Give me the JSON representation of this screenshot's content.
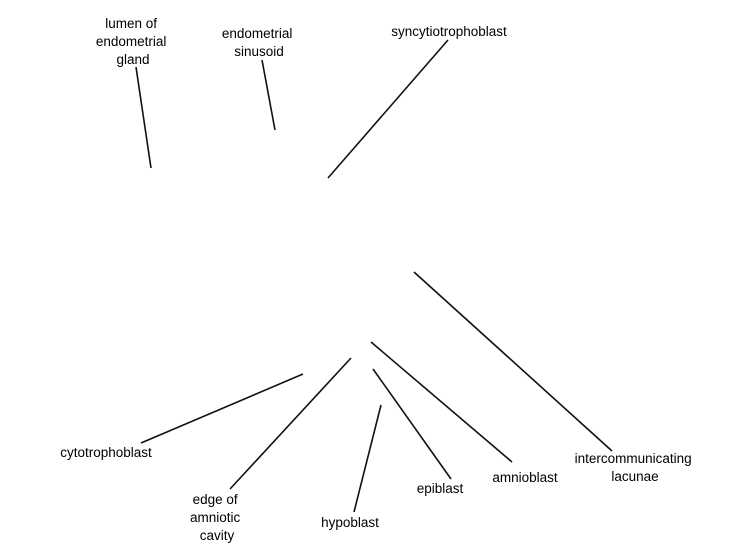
{
  "labels": {
    "lumen_of_endometrial_gland": [
      "lumen of",
      "endometrial",
      "gland"
    ],
    "endometrial_sinusoid": [
      "endometrial",
      "sinusoid"
    ],
    "syncytiotrophoblast": [
      "syncytiotrophoblast"
    ],
    "intercommunicating_lacunae": [
      "intercommunicating",
      "lacunae"
    ],
    "cytotrophoblast": [
      "cytotrophoblast"
    ],
    "edge_of_amniotic_cavity": [
      "edge of",
      "amniotic",
      "cavity"
    ],
    "hypoblast": [
      "hypoblast"
    ],
    "epiblast": [
      "epiblast"
    ],
    "amnioblast": [
      "amnioblast"
    ]
  },
  "colors": {
    "background": "#ffffff",
    "line": "#111111",
    "text": "#000000"
  }
}
